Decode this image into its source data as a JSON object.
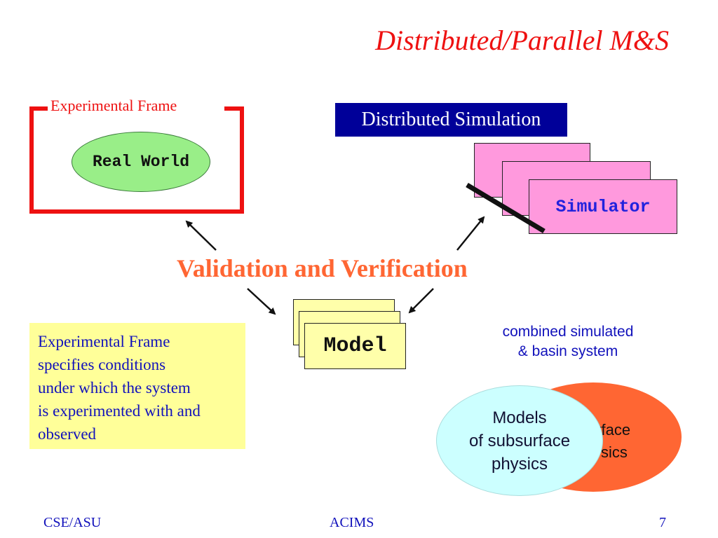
{
  "slide": {
    "title": "Distributed/Parallel M&S",
    "experimental_frame": {
      "label": "Experimental Frame",
      "real_world": "Real World"
    },
    "distributed_simulation": {
      "label": "Distributed Simulation",
      "simulator": "Simulator"
    },
    "validation_label": "Validation and Verification",
    "model_label": "Model",
    "ef_description_lines": [
      "Experimental Frame",
      "specifies conditions",
      "under which the system",
      "is experimented with and",
      "observed"
    ],
    "combined": {
      "label_lines": [
        "combined simulated",
        "& basin system"
      ],
      "basin_lines": [
        "urface",
        "ysics"
      ],
      "models_lines": [
        "Models",
        "of subsurface",
        "physics"
      ]
    }
  },
  "footer": {
    "left": "CSE/ASU",
    "center": "ACIMS",
    "page_number": "7"
  },
  "colors": {
    "title": "#ee1111",
    "frame": "#ee1111",
    "real_world_fill": "#99ee88",
    "dist_sim_fill": "#000099",
    "simulator_fill": "#ff99dd",
    "simulator_text": "#2222dd",
    "validation": "#ff6633",
    "model_fill": "#ffffaa",
    "description_fill": "#ffff99",
    "description_text": "#1111bb",
    "basin_fill": "#ff6633",
    "models_fill": "#ccffff"
  }
}
